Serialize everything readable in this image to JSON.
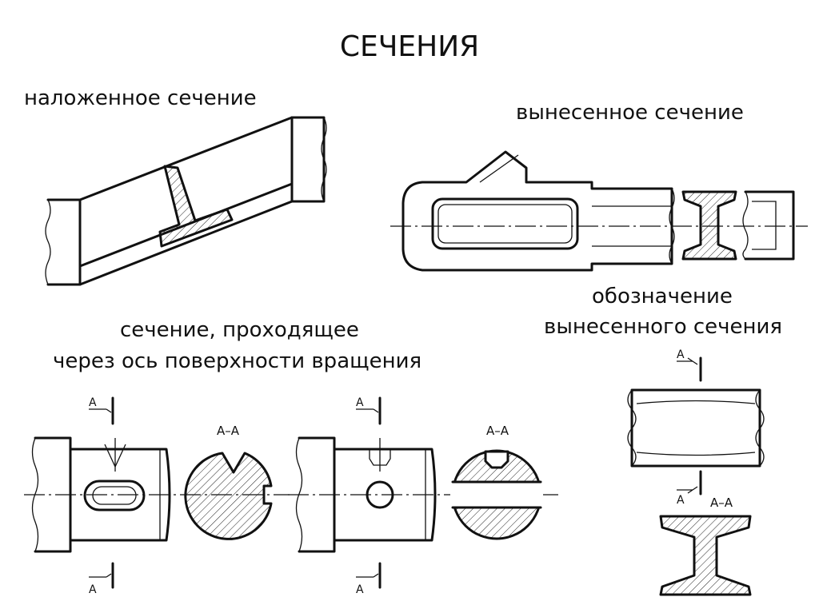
{
  "title": "СЕЧЕНИЯ",
  "labels": {
    "superimposed": "наложенное сечение",
    "removed": "вынесенное сечение",
    "designation_line1": "обозначение",
    "designation_line2": "вынесенного сечения",
    "through_axis_line1": "сечение, проходящее",
    "through_axis_line2": "через ось поверхности вращения"
  },
  "markers": {
    "plane_letter": "А",
    "section_name": "А–А"
  }
}
